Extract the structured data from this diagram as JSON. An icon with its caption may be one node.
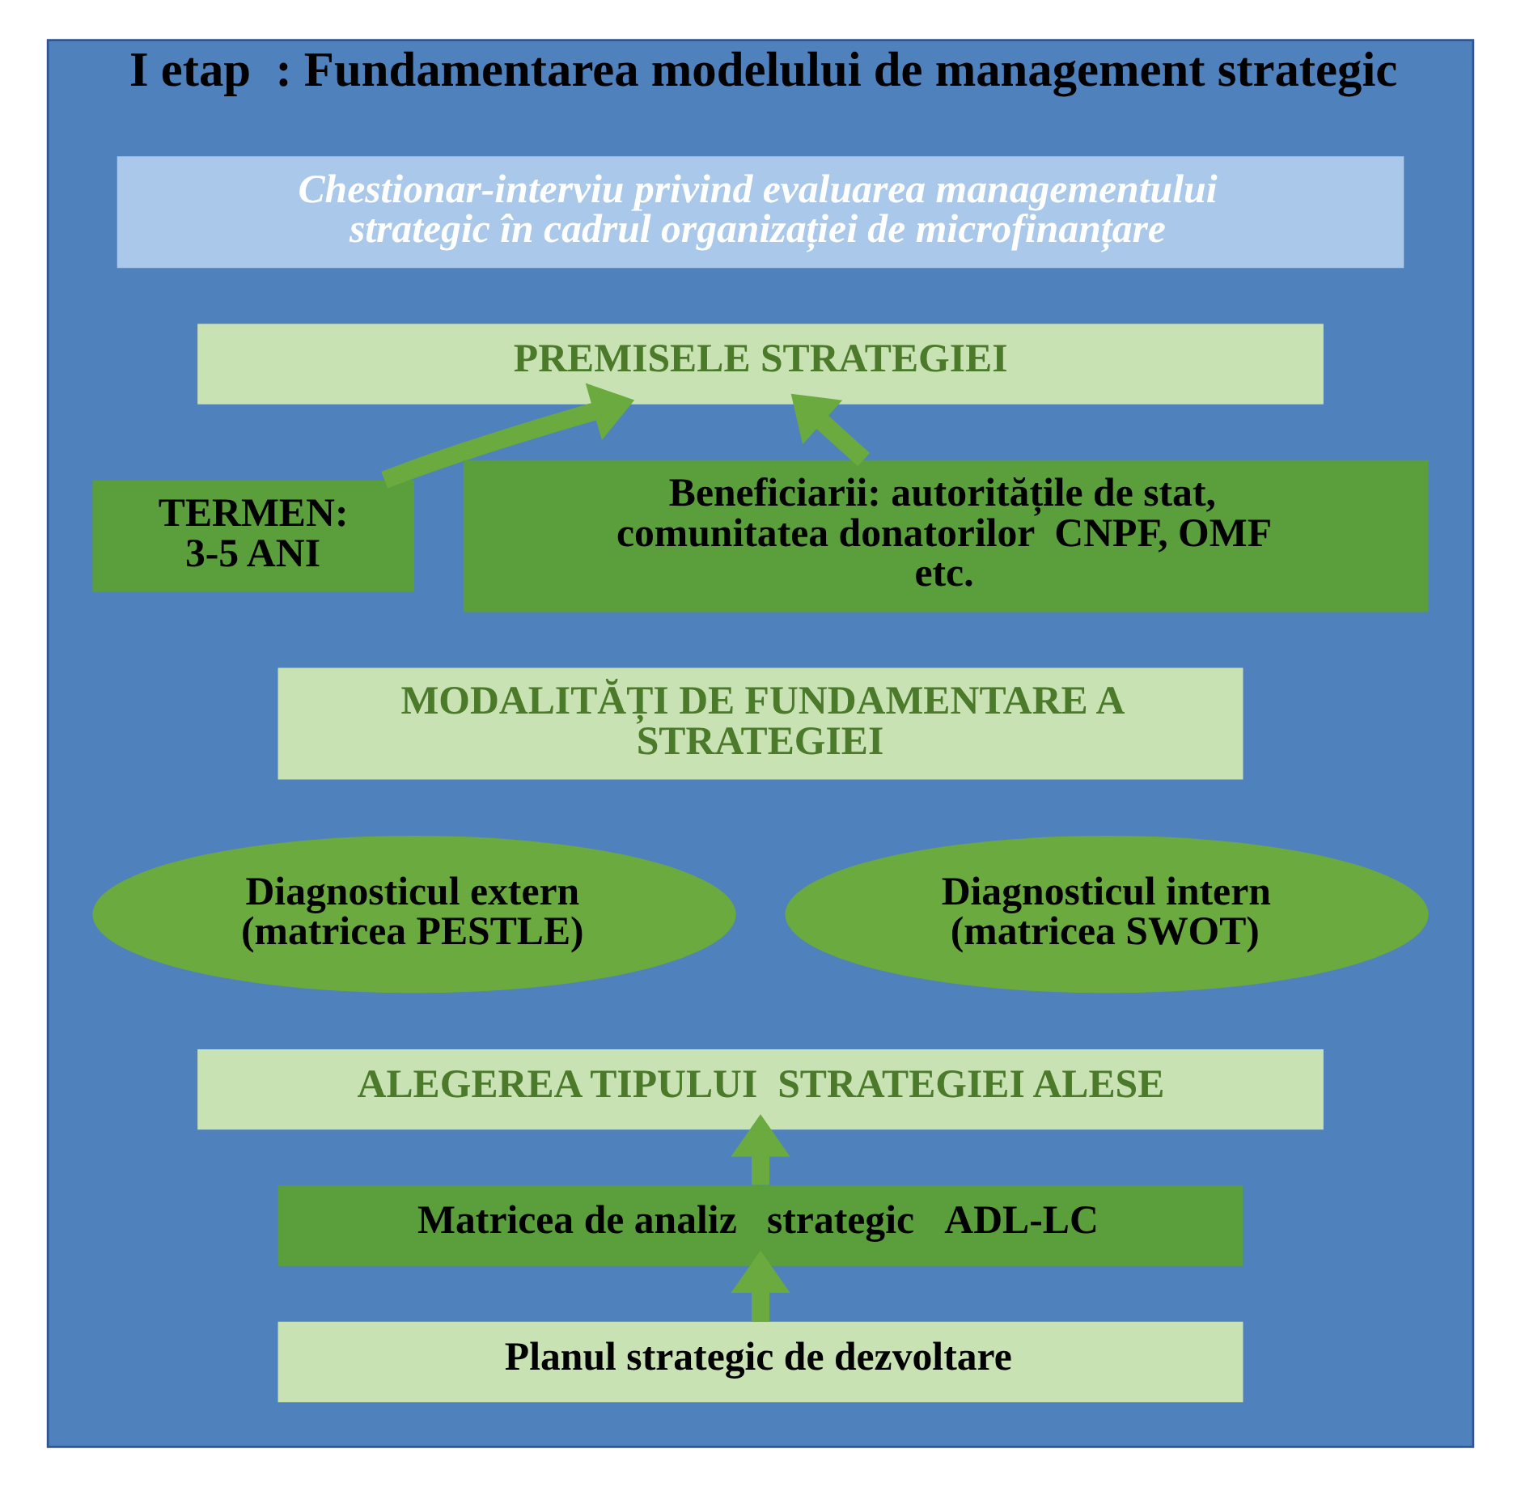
{
  "diagram": {
    "nodes": [
      {
        "text": [
          "I etap  : Fundamentarea modelului de management strategic"
        ]
      },
      {
        "text": [
          "Chestionar-interviu privind evaluarea managementului strategic în cadrul organizației de microfinanțare"
        ],
        "in": 0
      },
      {
        "text": [
          "PREMISELE STRATEGIEI"
        ],
        "in": 0
      },
      {
        "text": [
          "TERMEN: 3-5 ANI"
        ],
        "in": 0
      },
      {
        "text": [
          "Beneficiarii: autoritățile de stat, comunitatea donatorilor  CNPF, OMF etc."
        ],
        "in": 0
      },
      {
        "text": [
          "MODALITĂȚI DE FUNDAMENTARE A STRATEGIEI"
        ],
        "in": 0
      },
      {
        "text": [
          "Diagnosticul extern (matricea PESTLE)"
        ],
        "in": 0
      },
      {
        "text": [
          "Diagnosticul intern (matricea SWOT)"
        ],
        "in": 0
      },
      {
        "text": [
          "ALEGEREA TIPULUI  STRATEGIEI ALESE"
        ],
        "in": 0
      },
      {
        "text": [
          "Matricea de analiz   strategic   ADL-LC"
        ],
        "in": 0
      },
      {
        "text": [
          "Planul strategic de dezvoltare"
        ],
        "in": 0
      }
    ],
    "edges": [
      {
        "from": 3,
        "to": 2,
        "arrow": "to"
      },
      {
        "from": 4,
        "to": 2,
        "arrow": "to"
      },
      {
        "from": 9,
        "to": 8,
        "arrow": "to"
      },
      {
        "from": 10,
        "to": 9,
        "arrow": "to"
      }
    ]
  }
}
